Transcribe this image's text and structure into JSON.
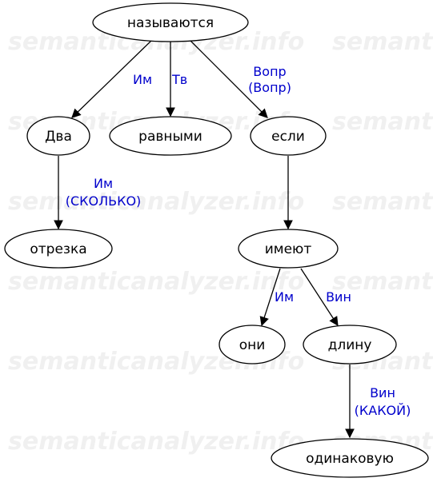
{
  "watermark": "semanticanalyzer.info",
  "nodes": {
    "root": {
      "label": "называются"
    },
    "dva": {
      "label": "Два"
    },
    "ravnymi": {
      "label": "равными"
    },
    "esli": {
      "label": "если"
    },
    "otrezka": {
      "label": "отрезка"
    },
    "imeyut": {
      "label": "имеют"
    },
    "oni": {
      "label": "они"
    },
    "dlinu": {
      "label": "длину"
    },
    "odinakovuyu": {
      "label": "одинаковую"
    }
  },
  "edges": {
    "root_dva": {
      "line1": "Им",
      "line2": ""
    },
    "root_ravnymi": {
      "line1": "Тв",
      "line2": ""
    },
    "root_esli": {
      "line1": "Вопр",
      "line2": "(Вопр)"
    },
    "dva_otrezka": {
      "line1": "Им",
      "line2": "(СКОЛЬКО)"
    },
    "esli_imeyut": {
      "line1": "",
      "line2": ""
    },
    "imeyut_oni": {
      "line1": "Им",
      "line2": ""
    },
    "imeyut_dlinu": {
      "line1": "Вин",
      "line2": ""
    },
    "dlinu_odinakovuyu": {
      "line1": "Вин",
      "line2": "(КАКОЙ)"
    }
  },
  "colors": {
    "node_border": "#000000",
    "node_text": "#000000",
    "edge_label": "#0000cc",
    "watermark": "#f0f0f0"
  }
}
